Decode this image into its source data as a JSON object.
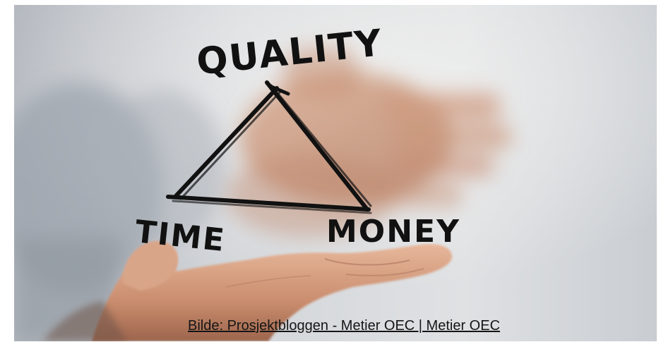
{
  "photo": {
    "words": {
      "top": "QUALITY",
      "left": "TIME",
      "right": "MONEY"
    }
  },
  "caption": {
    "text": "Bilde: Prosjektbloggen - Metier OEC | Metier OEC"
  }
}
